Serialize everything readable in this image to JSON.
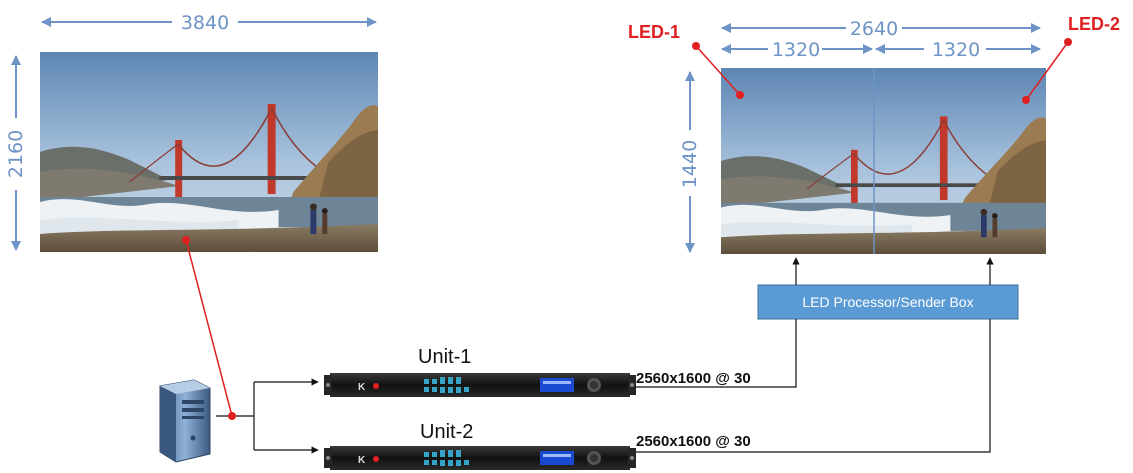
{
  "source_image": {
    "width_label": "3840",
    "height_label": "2160"
  },
  "led_wall": {
    "total_width_label": "2640",
    "panel_width_labels": [
      "1320",
      "1320"
    ],
    "height_label": "1440",
    "panels": [
      {
        "label": "LED-1"
      },
      {
        "label": "LED-2"
      }
    ]
  },
  "processor": {
    "label": "LED Processor/Sender Box",
    "fill_color": "#5b9bd5"
  },
  "units": [
    {
      "label": "Unit-1",
      "output": "2560x1600 @ 30"
    },
    {
      "label": "Unit-2",
      "output": "2560x1600 @ 30"
    }
  ],
  "icons": [
    "computer-tower-icon",
    "rack-unit-icon"
  ],
  "colors": {
    "dimension": "#6e93c6",
    "led_marker": "#e02020",
    "processor": "#5b9bd5"
  }
}
